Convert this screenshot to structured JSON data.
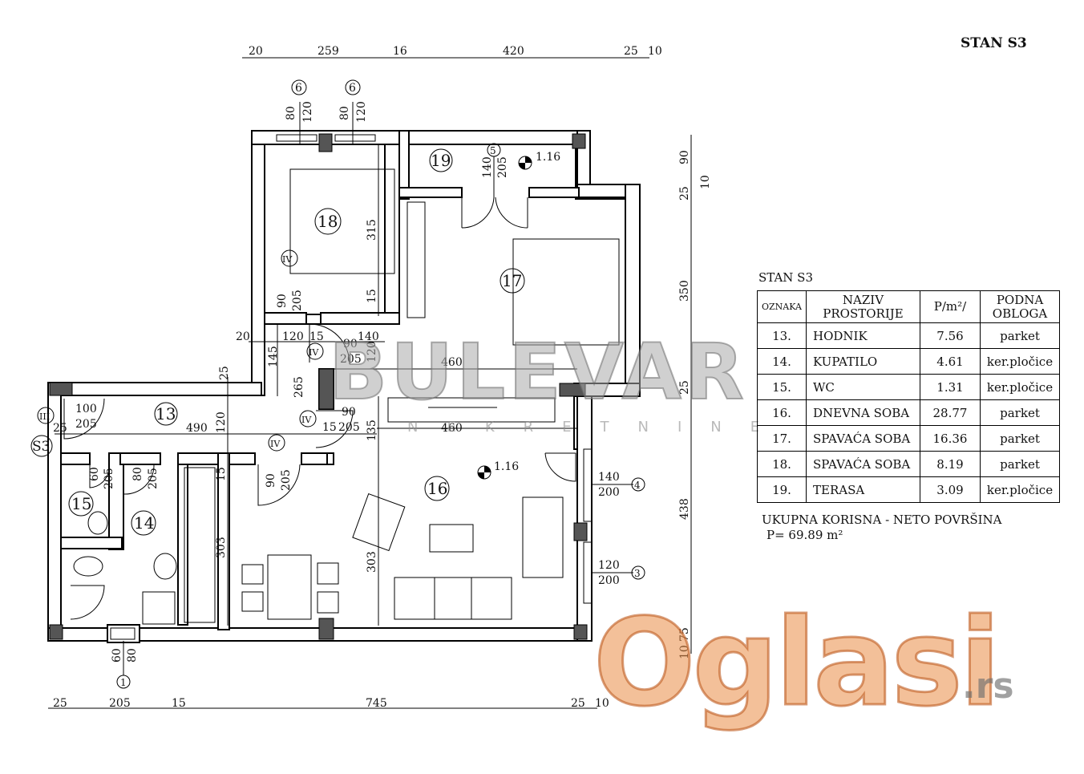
{
  "page_title": "STAN S3",
  "plan": {
    "room_numbers": [
      "13",
      "14",
      "15",
      "16",
      "17",
      "18",
      "19"
    ],
    "top_dims": [
      "20",
      "259",
      "16",
      "420",
      "25",
      "10"
    ],
    "bottom_dims": [
      "25",
      "205",
      "15",
      "745",
      "25",
      "10"
    ],
    "right_dims": [
      "90",
      "25",
      "10",
      "350",
      "25",
      "438",
      "10",
      "75"
    ],
    "window_marks": [
      "6",
      "6",
      "5",
      "4",
      "3",
      "1"
    ],
    "window_sizes": {
      "w6a": [
        "80",
        "120"
      ],
      "w6b": [
        "80",
        "120"
      ],
      "w5": [
        "140",
        "205"
      ],
      "w4": [
        "140",
        "200"
      ],
      "w3": [
        "120",
        "200"
      ],
      "w1": [
        "60",
        "80"
      ]
    },
    "door_marks": [
      "IV",
      "IV",
      "IV",
      "IV",
      "III"
    ],
    "unit_label": "S3",
    "level_marks": [
      "1.16",
      "1.16"
    ],
    "inner_dims": {
      "d315": "315",
      "d15a": "15",
      "d350_room": "460",
      "d460b": "460",
      "d20": "20",
      "d120": "120",
      "d15b": "15",
      "d140": "140",
      "d145": "145",
      "d265": "265",
      "d25": "25",
      "d120v": "120",
      "d135": "135",
      "d490": "490",
      "d100": "100",
      "d205a": "205",
      "d25b": "25",
      "d15c": "15",
      "d303a": "303",
      "d303b": "303",
      "d120b": "120",
      "d90a": "90",
      "d205b": "205",
      "d90b": "90",
      "d205c": "205",
      "d90c": "90",
      "d205d": "205",
      "d90d": "90",
      "d205e": "205",
      "d60": "60",
      "d205f": "205",
      "d80": "80",
      "d205g": "205",
      "d15d": "15"
    }
  },
  "table": {
    "title": "STAN S3",
    "headers": [
      "OZNAKA",
      "NAZIV PROSTORIJE",
      "P/m²/",
      "PODNA OBLOGA"
    ],
    "rows": [
      [
        "13.",
        "HODNIK",
        "7.56",
        "parket"
      ],
      [
        "14.",
        "KUPATILO",
        "4.61",
        "ker.pločice"
      ],
      [
        "15.",
        "WC",
        "1.31",
        "ker.pločice"
      ],
      [
        "16.",
        "DNEVNA SOBA",
        "28.77",
        "parket"
      ],
      [
        "17.",
        "SPAVAĆA SOBA",
        "16.36",
        "parket"
      ],
      [
        "18.",
        "SPAVAĆA SOBA",
        "8.19",
        "parket"
      ],
      [
        "19.",
        "TERASA",
        "3.09",
        "ker.pločice"
      ]
    ]
  },
  "total": {
    "label": "UKUPNA KORISNA - NETO POVRŠINA",
    "value": "P= 69.89 m²"
  },
  "watermarks": {
    "bulevar": "BULEVAR",
    "nekretnine": "NEKRETNINE",
    "oglasi": "Oglasi",
    "rs": ".rs"
  },
  "colors": {
    "wall": "#000000",
    "column": "#555555",
    "oglasi": "#e98c46",
    "bulevar": "#aaaaaa"
  }
}
